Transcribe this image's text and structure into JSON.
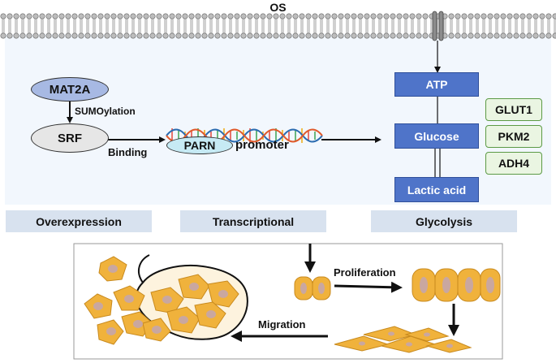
{
  "title": "OS",
  "nodes": {
    "mat2a": "MAT2A",
    "srf": "SRF",
    "parn": "PARN",
    "promoter": "promoter",
    "atp": "ATP",
    "glucose": "Glucose",
    "lactic_acid": "Lactic acid",
    "glut1": "GLUT1",
    "pkm2": "PKM2",
    "adh4": "ADH4"
  },
  "edges": {
    "sumoylation": "SUMOylation",
    "binding": "Binding",
    "proliferation": "Proliferation",
    "migration": "Migration"
  },
  "bands": [
    "Overexpression",
    "Transcriptional",
    "Glycolysis"
  ],
  "colors": {
    "membrane": "#9a9a9a",
    "cell_fill": "#f2f7fd",
    "blue_box": "#4f74c9",
    "green_border": "#5c9a45",
    "band": "#d8e2ef",
    "cell_orange": "#f0b23c",
    "nucleus": "#c9a7a0"
  }
}
